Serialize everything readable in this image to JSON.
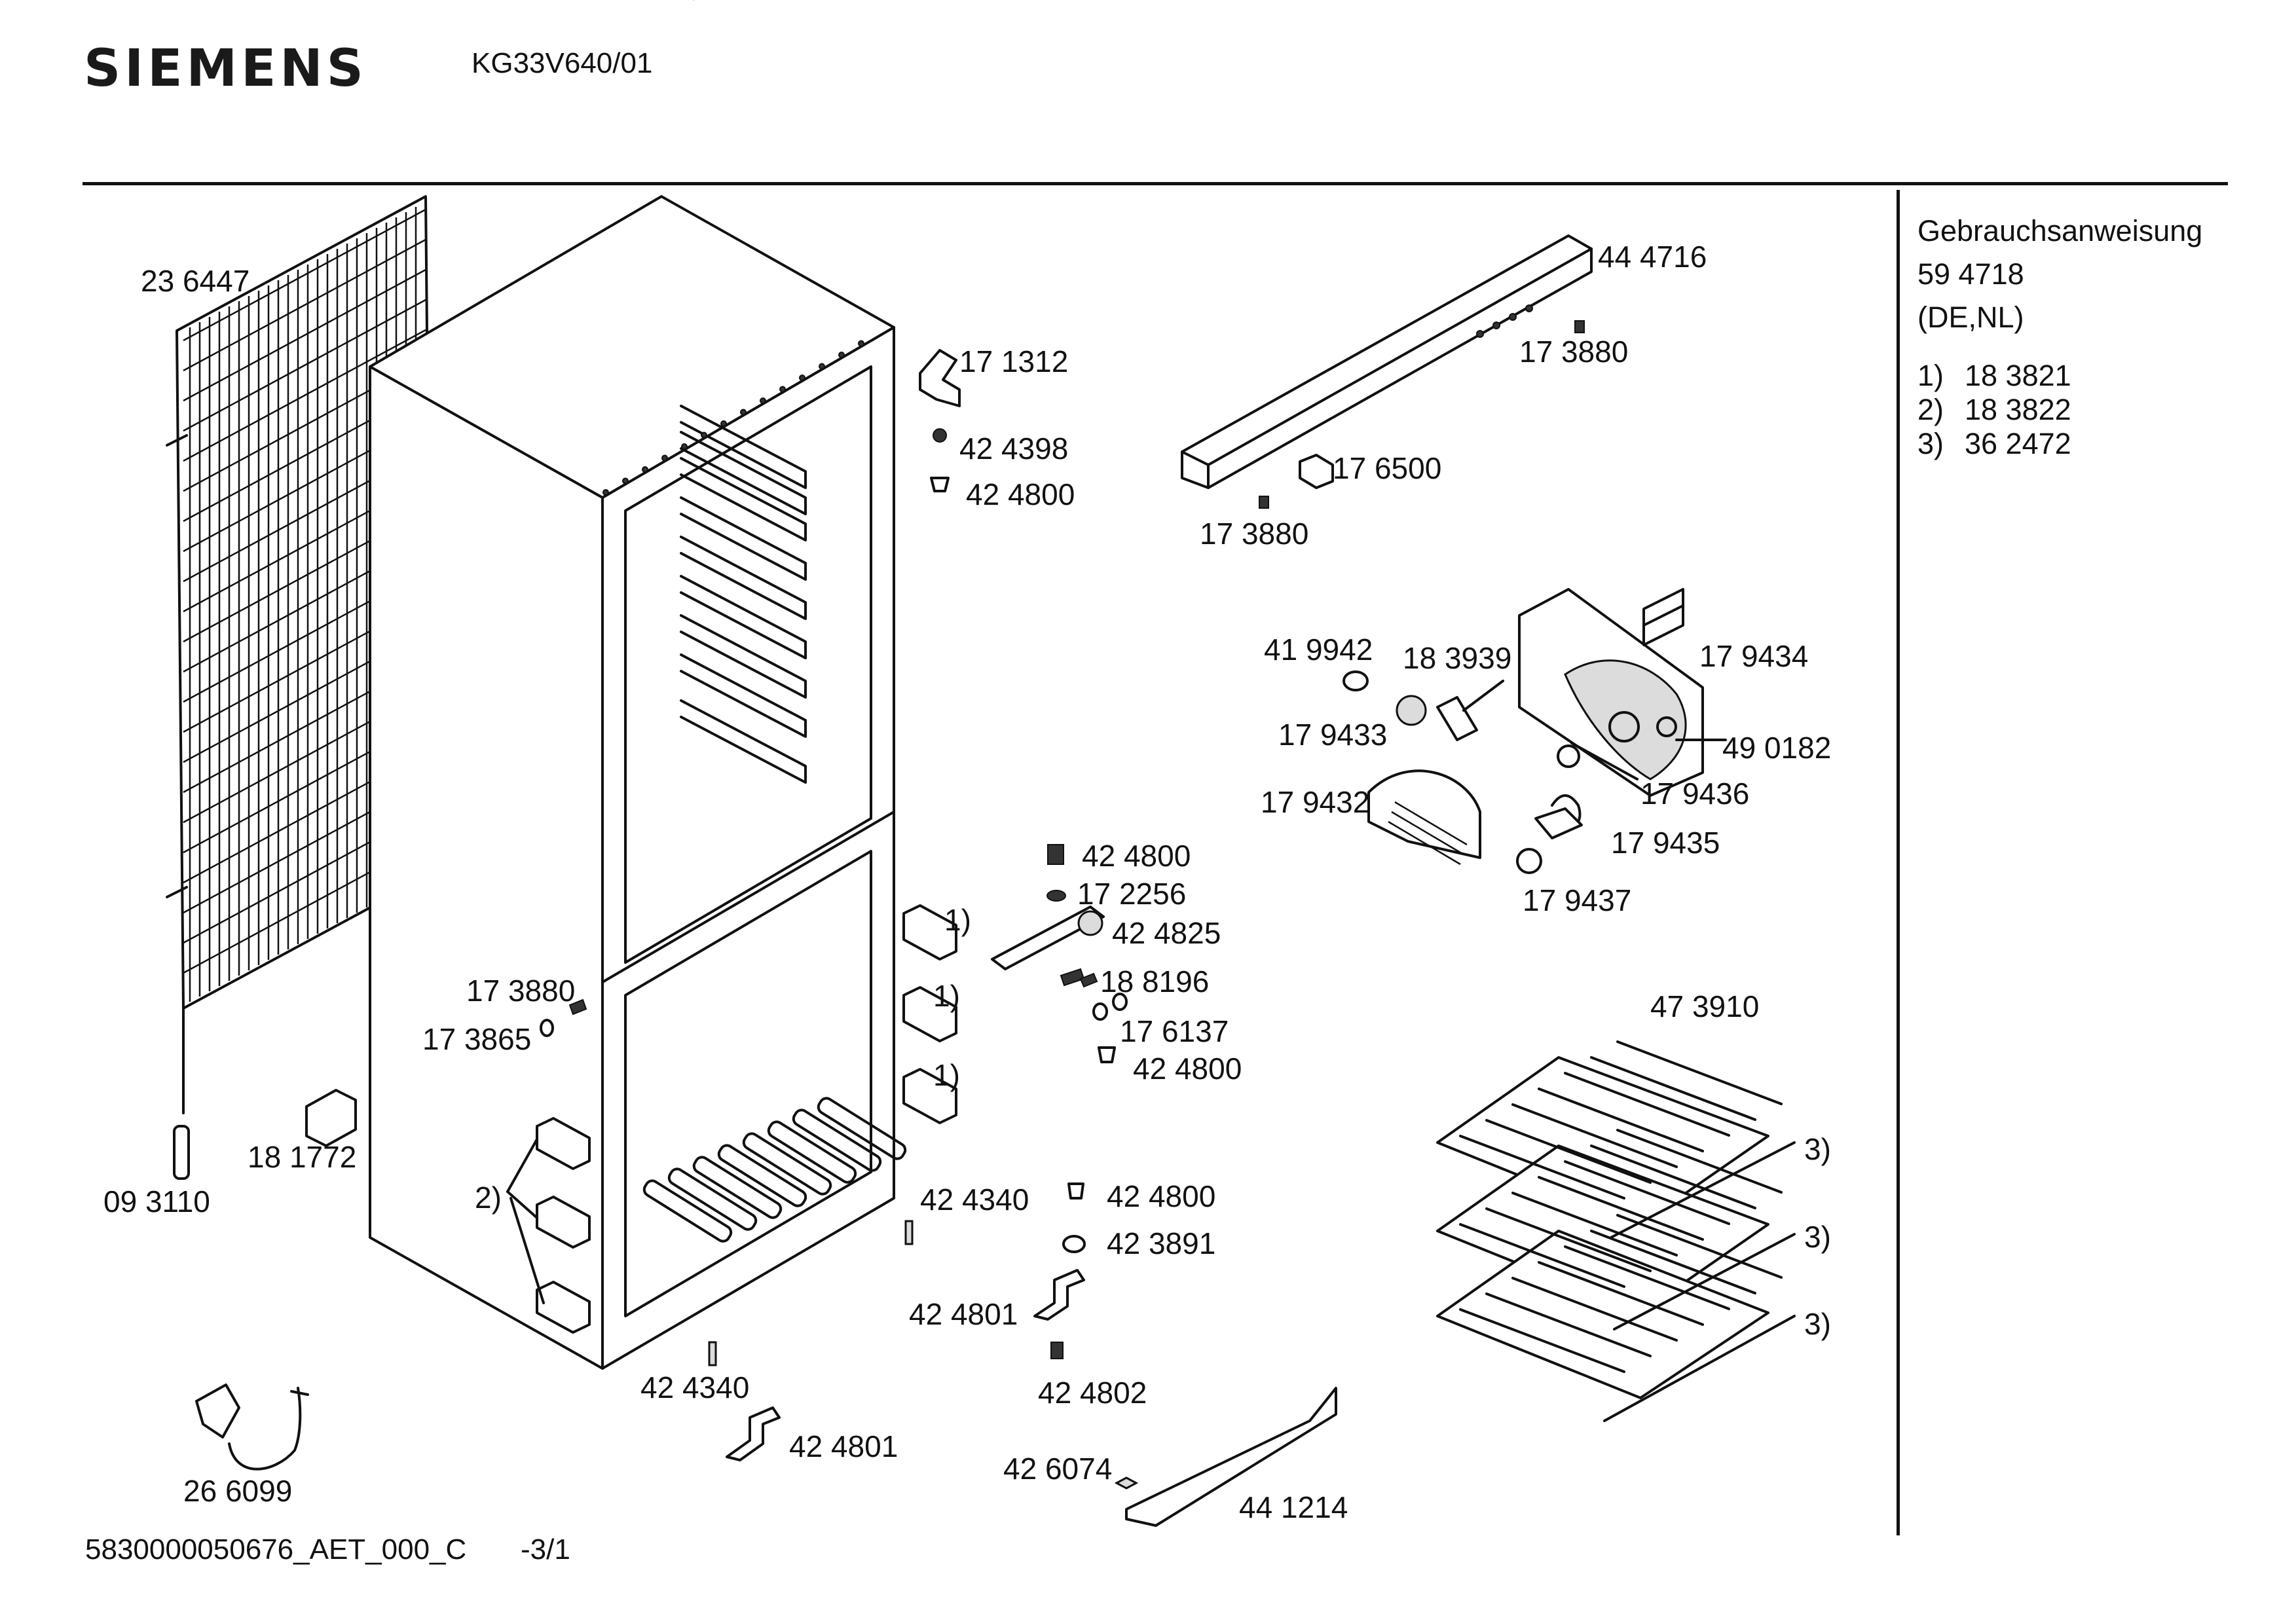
{
  "header": {
    "brand": "SIEMENS",
    "model": "KG33V640/01"
  },
  "sidebar": {
    "manual_title": "Gebrauchsanweisung",
    "manual_number": "59 4718",
    "languages": "(DE,NL)",
    "notes": [
      {
        "marker": "1)",
        "part": "18 3821"
      },
      {
        "marker": "2)",
        "part": "18 3822"
      },
      {
        "marker": "3)",
        "part": "36 2472"
      }
    ]
  },
  "parts": {
    "condenser": "23 6447",
    "drain_tube": "09 3110",
    "junction_box": "18 1772",
    "power_cord": "26 6099",
    "screw_cabinet_bottom": "42 4340",
    "hinge_bottom_left": "42 4801",
    "screw_cabinet_front": "42 4340",
    "hinge_top": "17 1312",
    "screw_top_1": "42 4398",
    "screw_top_2": "42 4800",
    "screw_left_1": "17 3880",
    "washer_left": "17 3865",
    "note_2": "2)",
    "note_1a": "1)",
    "note_1b": "1)",
    "note_1c": "1)",
    "hinge_mid_screw": "42 4800",
    "hinge_mid_washer": "17 2256",
    "hinge_mid_pin": "42 4825",
    "hinge_mid_screw2": "18 8196",
    "hinge_mid_washer2": "17 6137",
    "hinge_mid_screw3": "42 4800",
    "hinge_low_screw": "42 4800",
    "hinge_low_washer": "42 3891",
    "hinge_low": "42 4801",
    "hinge_low_bolt": "42 4802",
    "control_panel": "44 4716",
    "panel_screw_right": "17 3880",
    "panel_clip": "17 6500",
    "panel_screw_left": "17 3880",
    "lamp": "41 9942",
    "thermostat": "18 3939",
    "lamp_socket": "17 9433",
    "lamp_cover": "17 9432",
    "light_switch_holder": "17 9434",
    "light_housing": "49 0182",
    "seal_ring": "17 9436",
    "switch": "17 9435",
    "knob": "17 9437",
    "evaporator": "47 3910",
    "note_3a": "3)",
    "note_3b": "3)",
    "note_3c": "3)",
    "cover_strip_clip": "42 6074",
    "cover_strip": "44 1214"
  },
  "footer": {
    "document_id": "5830000050676_AET_000_C",
    "page": "-3/1"
  }
}
